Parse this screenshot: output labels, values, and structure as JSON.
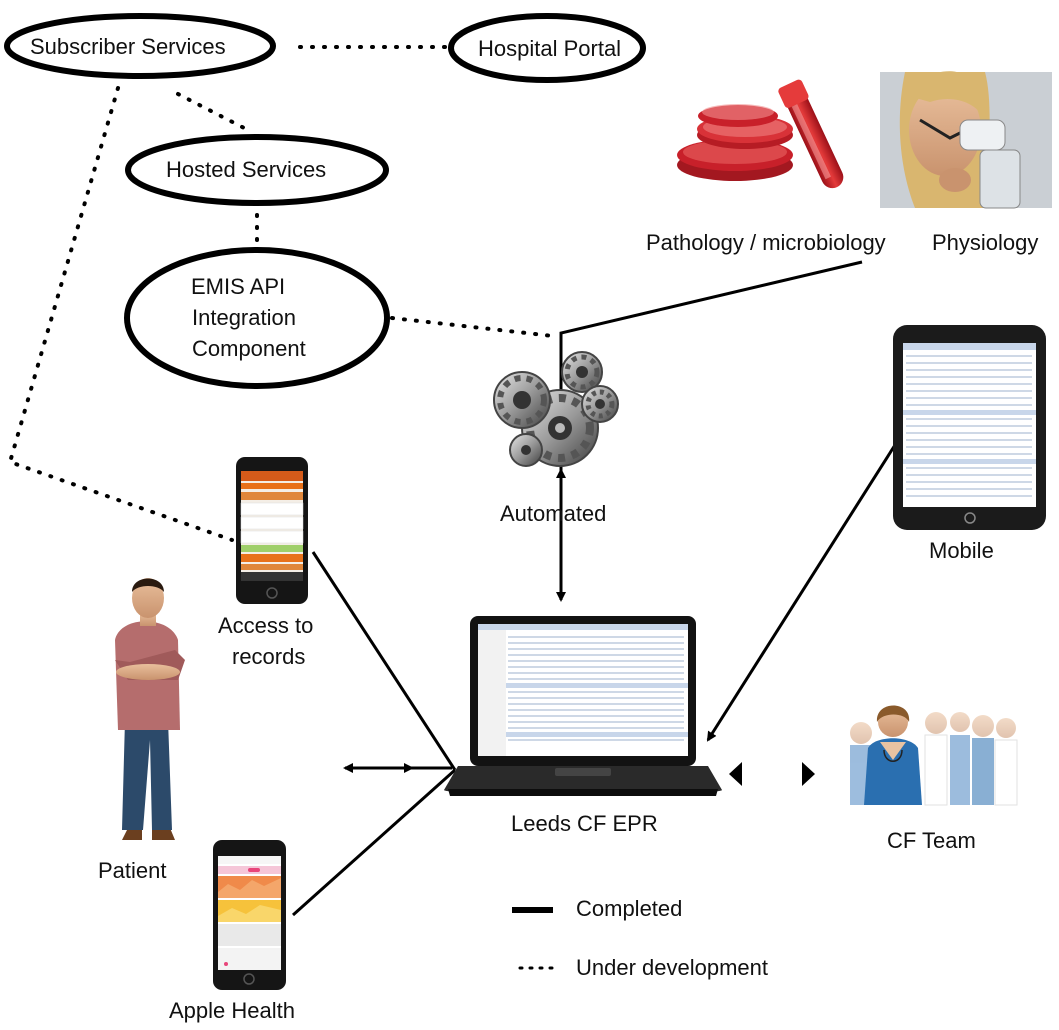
{
  "nodes": {
    "subscriber_services": "Subscriber Services",
    "hospital_portal": "Hospital Portal",
    "hosted_services": "Hosted Services",
    "emis_api": [
      "EMIS API",
      "Integration",
      "Component"
    ],
    "pathology": "Pathology / microbiology",
    "physiology": "Physiology",
    "automated": "Automated",
    "mobile": "Mobile",
    "access_records": [
      "Access to",
      "records"
    ],
    "patient": "Patient",
    "leeds_epr": "Leeds CF EPR",
    "cf_team": "CF Team",
    "apple_health": "Apple Health"
  },
  "legend": {
    "completed": "Completed",
    "under_development": "Under development"
  },
  "colors": {
    "line": "#000000",
    "petri_red": "#c8202a",
    "scrub_blue": "#2a6fb0",
    "orange_app": "#e8711a"
  }
}
